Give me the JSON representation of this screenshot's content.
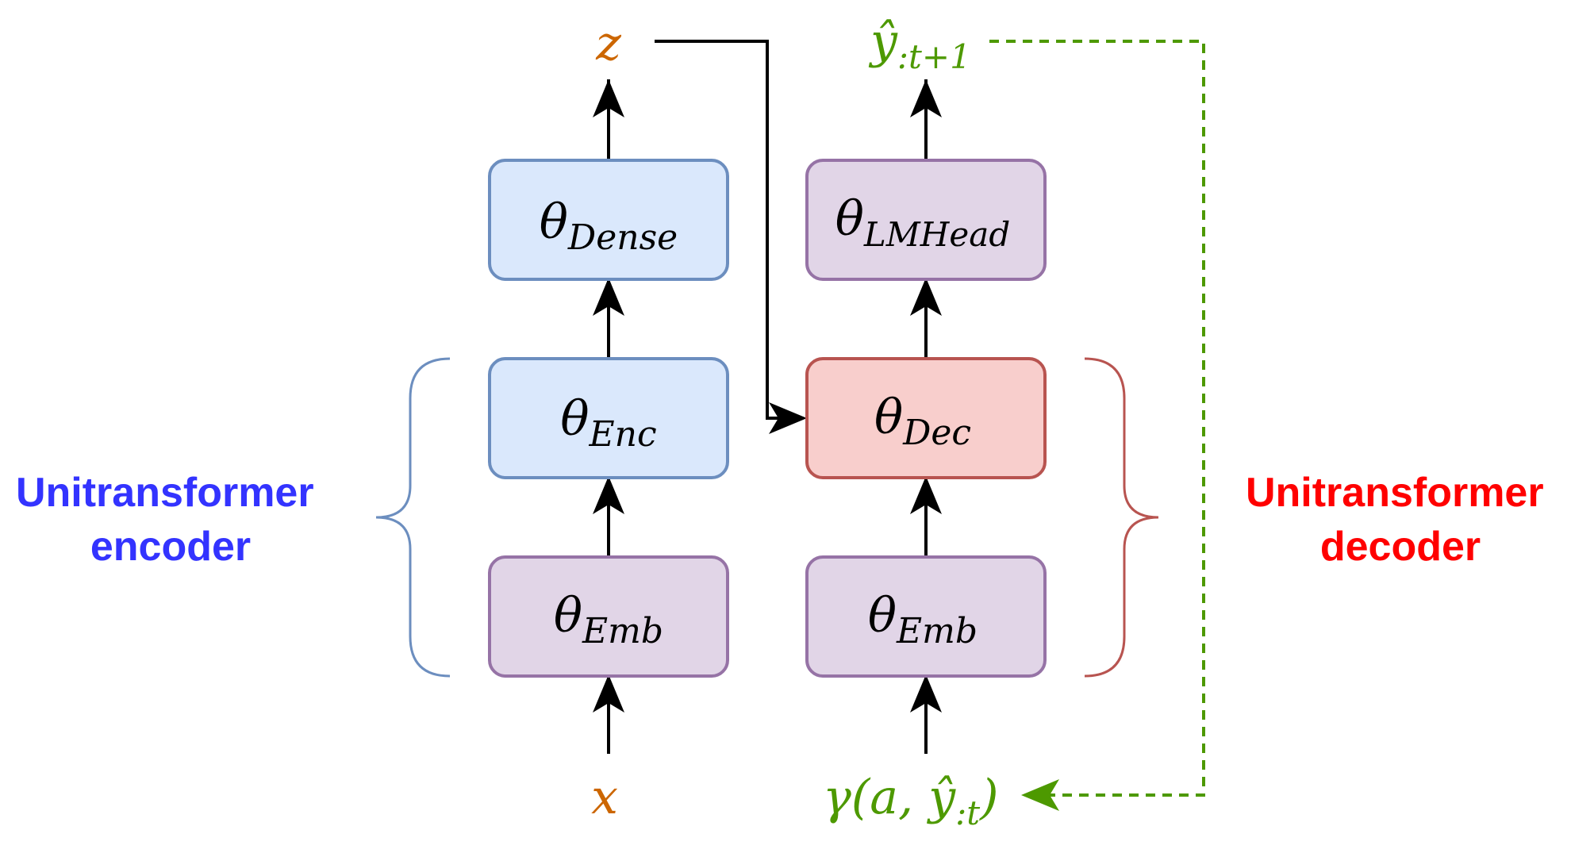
{
  "encoder": {
    "label_line1": "Unitransformer",
    "label_line2": "encoder",
    "dense": {
      "symbol": "θ",
      "subscript": "Dense"
    },
    "enc": {
      "symbol": "θ",
      "subscript": "Enc"
    },
    "emb": {
      "symbol": "θ",
      "subscript": "Emb"
    },
    "input": "x",
    "output": "z"
  },
  "decoder": {
    "label_line1": "Unitransformer",
    "label_line2": "decoder",
    "lmhead": {
      "symbol": "θ",
      "subscript": "LMHead"
    },
    "dec": {
      "symbol": "θ",
      "subscript": "Dec"
    },
    "emb": {
      "symbol": "θ",
      "subscript": "Emb"
    },
    "input_prefix": "γ(a, ",
    "input_var": "ŷ",
    "input_sub": ":t",
    "input_suffix": ")",
    "output_var": "ŷ",
    "output_sub": ":t+1"
  },
  "colors": {
    "blue_fill": "#dae8fc",
    "blue_stroke": "#6c8ebf",
    "purple_fill": "#e1d5e7",
    "purple_stroke": "#9673a6",
    "red_fill": "#f8cecc",
    "red_stroke": "#b85450",
    "orange_text": "#cc6600",
    "green": "#4d9900",
    "encoder_label": "#3333ff",
    "decoder_label": "#ff0000"
  }
}
